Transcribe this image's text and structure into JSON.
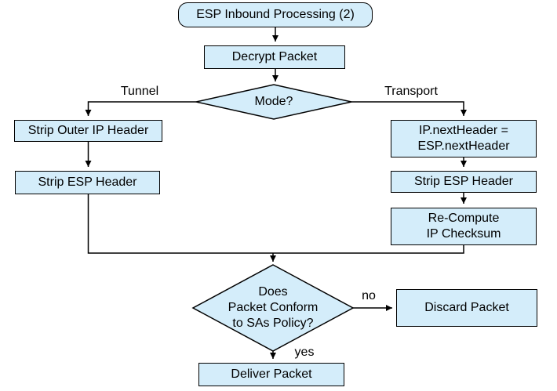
{
  "diagram": {
    "nodes": {
      "start": "ESP Inbound Processing (2)",
      "decrypt": "Decrypt Packet",
      "mode": "Mode?",
      "strip_outer": "Strip Outer IP Header",
      "strip_esp_left": "Strip ESP Header",
      "ip_next": "IP.nextHeader =\nESP.nextHeader",
      "strip_esp_right": "Strip ESP Header",
      "recompute": "Re-Compute\nIP Checksum",
      "policy": "Does\nPacket Conform\nto SAs Policy?",
      "discard": "Discard Packet",
      "deliver": "Deliver Packet"
    },
    "edge_labels": {
      "tunnel": "Tunnel",
      "transport": "Transport",
      "no": "no",
      "yes": "yes"
    },
    "colors": {
      "background": "#ffffff",
      "node_fill": "#d4edfa",
      "node_border": "#000000",
      "line": "#000000",
      "text": "#000000"
    }
  }
}
